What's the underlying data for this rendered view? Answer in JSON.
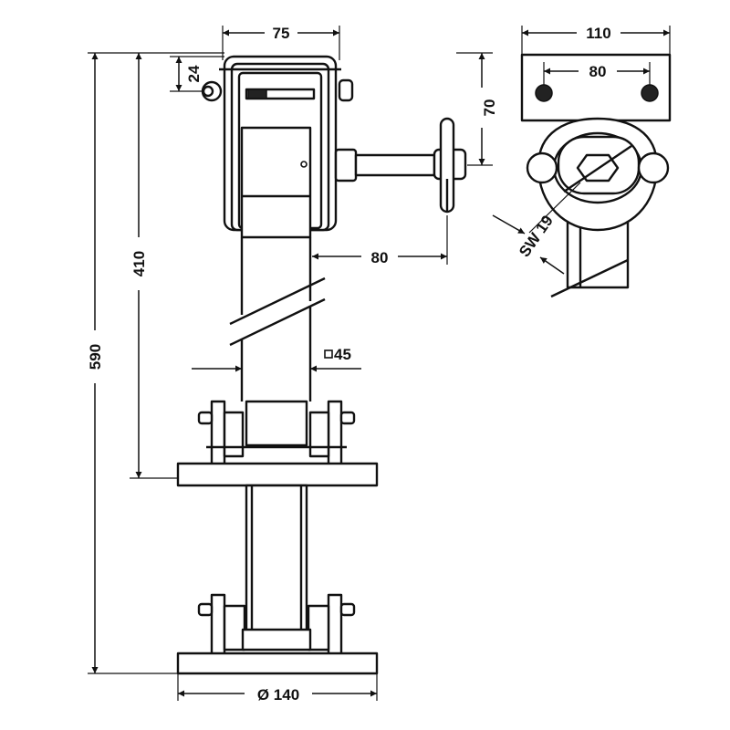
{
  "drawing": {
    "dimensions": {
      "top_width": "75",
      "bracket_width": "110",
      "bolt_spacing": "80",
      "top_height": "24",
      "crank_height": "70",
      "crank_reach": "80",
      "inner_height": "410",
      "total_height": "590",
      "tube_square": "45",
      "foot_diameter": "Ø 140",
      "wrench_size": "SW 19"
    }
  },
  "colors": {
    "ink": "#111111",
    "background": "#ffffff"
  }
}
